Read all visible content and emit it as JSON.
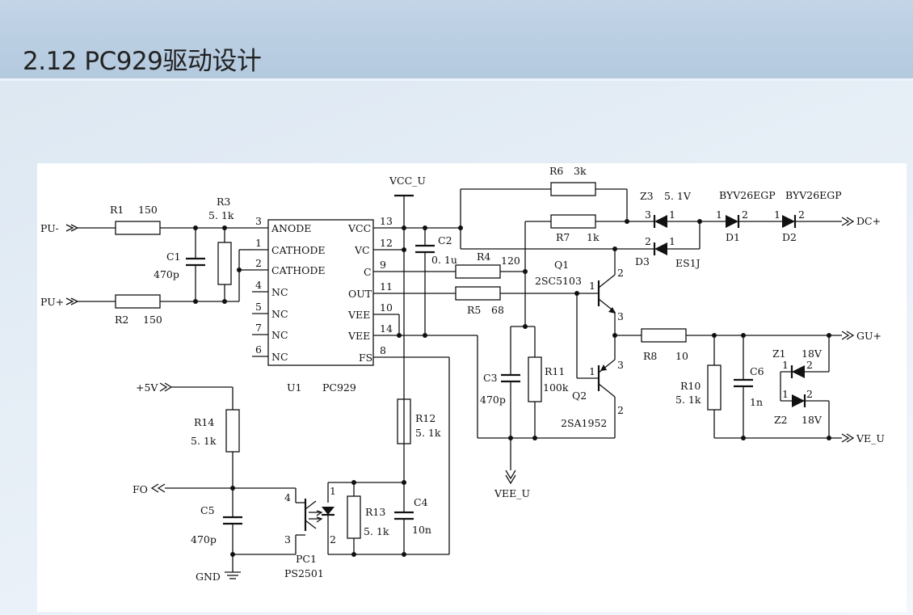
{
  "slide": {
    "title": "2.12 PC929驱动设计"
  },
  "ic": {
    "ref": "U1",
    "part": "PC929",
    "left_pins": [
      {
        "num": "3",
        "label": "ANODE"
      },
      {
        "num": "1",
        "label": "CATHODE"
      },
      {
        "num": "2",
        "label": "CATHODE"
      },
      {
        "num": "4",
        "label": "NC"
      },
      {
        "num": "5",
        "label": "NC"
      },
      {
        "num": "7",
        "label": "NC"
      },
      {
        "num": "6",
        "label": "NC"
      }
    ],
    "right_pins": [
      {
        "num": "13",
        "label": "VCC"
      },
      {
        "num": "12",
        "label": "VC"
      },
      {
        "num": "9",
        "label": "C"
      },
      {
        "num": "11",
        "label": "OUT"
      },
      {
        "num": "10",
        "label": "VEE"
      },
      {
        "num": "14",
        "label": "VEE"
      },
      {
        "num": "8",
        "label": "FS"
      }
    ]
  },
  "ports": {
    "pu_minus": "PU-",
    "pu_plus": "PU+",
    "p5v": "+5V",
    "fo": "FO",
    "gnd": "GND",
    "vcc_u": "VCC_U",
    "vee_u": "VEE_U",
    "dc_plus": "DC+",
    "gu_plus": "GU+",
    "ve_u": "VE_U"
  },
  "resistors": {
    "r1": {
      "ref": "R1",
      "value": "150"
    },
    "r2": {
      "ref": "R2",
      "value": "150"
    },
    "r3": {
      "ref": "R3",
      "value": "5. 1k"
    },
    "r4": {
      "ref": "R4",
      "value": "120"
    },
    "r5": {
      "ref": "R5",
      "value": "68"
    },
    "r6": {
      "ref": "R6",
      "value": "3k"
    },
    "r7": {
      "ref": "R7",
      "value": "1k"
    },
    "r8": {
      "ref": "R8",
      "value": "10"
    },
    "r10": {
      "ref": "R10",
      "value": "5. 1k"
    },
    "r11": {
      "ref": "R11",
      "value": "100k"
    },
    "r12": {
      "ref": "R12",
      "value": "5. 1k"
    },
    "r13": {
      "ref": "R13",
      "value": "5. 1k"
    },
    "r14": {
      "ref": "R14",
      "value": "5. 1k"
    }
  },
  "capacitors": {
    "c1": {
      "ref": "C1",
      "value": "470p"
    },
    "c2": {
      "ref": "C2",
      "value": "0. 1u"
    },
    "c3": {
      "ref": "C3",
      "value": "470p"
    },
    "c4": {
      "ref": "C4",
      "value": "10n"
    },
    "c5": {
      "ref": "C5",
      "value": "470p"
    },
    "c6": {
      "ref": "C6",
      "value": "1n"
    }
  },
  "transistors": {
    "q1": {
      "ref": "Q1",
      "part": "2SC5103"
    },
    "q2": {
      "ref": "Q2",
      "part": "2SA1952"
    }
  },
  "diodes": {
    "d1": {
      "ref": "D1",
      "part": "BYV26EGP"
    },
    "d2": {
      "ref": "D2",
      "part": "BYV26EGP"
    },
    "d3": {
      "ref": "D3",
      "part": "ES1J"
    },
    "z3": {
      "ref": "Z3",
      "part": "5. 1V"
    },
    "z1": {
      "ref": "Z1",
      "part": "18V"
    },
    "z2": {
      "ref": "Z2",
      "part": "18V"
    }
  },
  "optocoupler": {
    "ref": "PC1",
    "part": "PS2501"
  },
  "pin_numbers": {
    "one": "1",
    "two": "2",
    "three": "3",
    "four": "4"
  }
}
